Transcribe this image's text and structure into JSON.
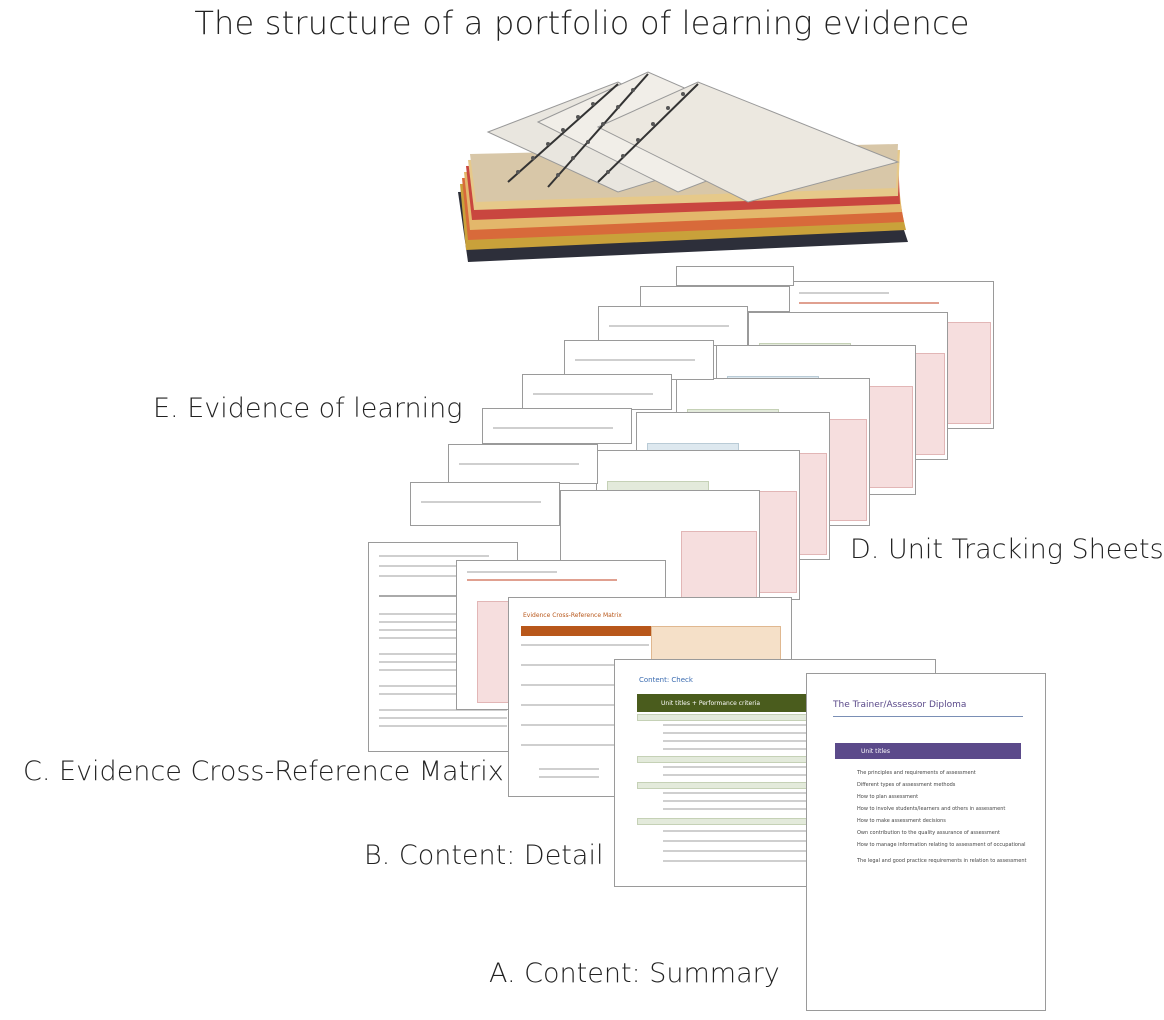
{
  "title": "The structure of a portfolio of learning evidence",
  "labels": {
    "e": "E. Evidence of learning",
    "d": "D. Unit Tracking Sheets",
    "c": "C. Evidence Cross-Reference Matrix",
    "b": "B. Content: Detail",
    "a": "A. Content: Summary"
  },
  "summary_sheet": {
    "diploma_title": "The Trainer/Assessor Diploma",
    "unit_header": "Unit titles",
    "items": [
      "The principles and requirements of assessment",
      "Different types of assessment methods",
      "How to plan assessment",
      "How to involve students/learners and others in assessment",
      "How to make assessment decisions",
      "Own contribution to the quality assurance of assessment",
      "How to manage information relating to assessment of occupational competence",
      "The legal and good practice requirements in relation to assessment"
    ]
  },
  "detail_sheet": {
    "heading": "Content: Check",
    "bar_text": "Unit titles + Performance criteria"
  },
  "matrix_sheet": {
    "heading": "Evidence Cross-Reference Matrix"
  },
  "colors": {
    "orange": "#b8571a",
    "green": "#4a5c1d",
    "purple": "#5b4a8a",
    "pink": "#f6dede"
  }
}
